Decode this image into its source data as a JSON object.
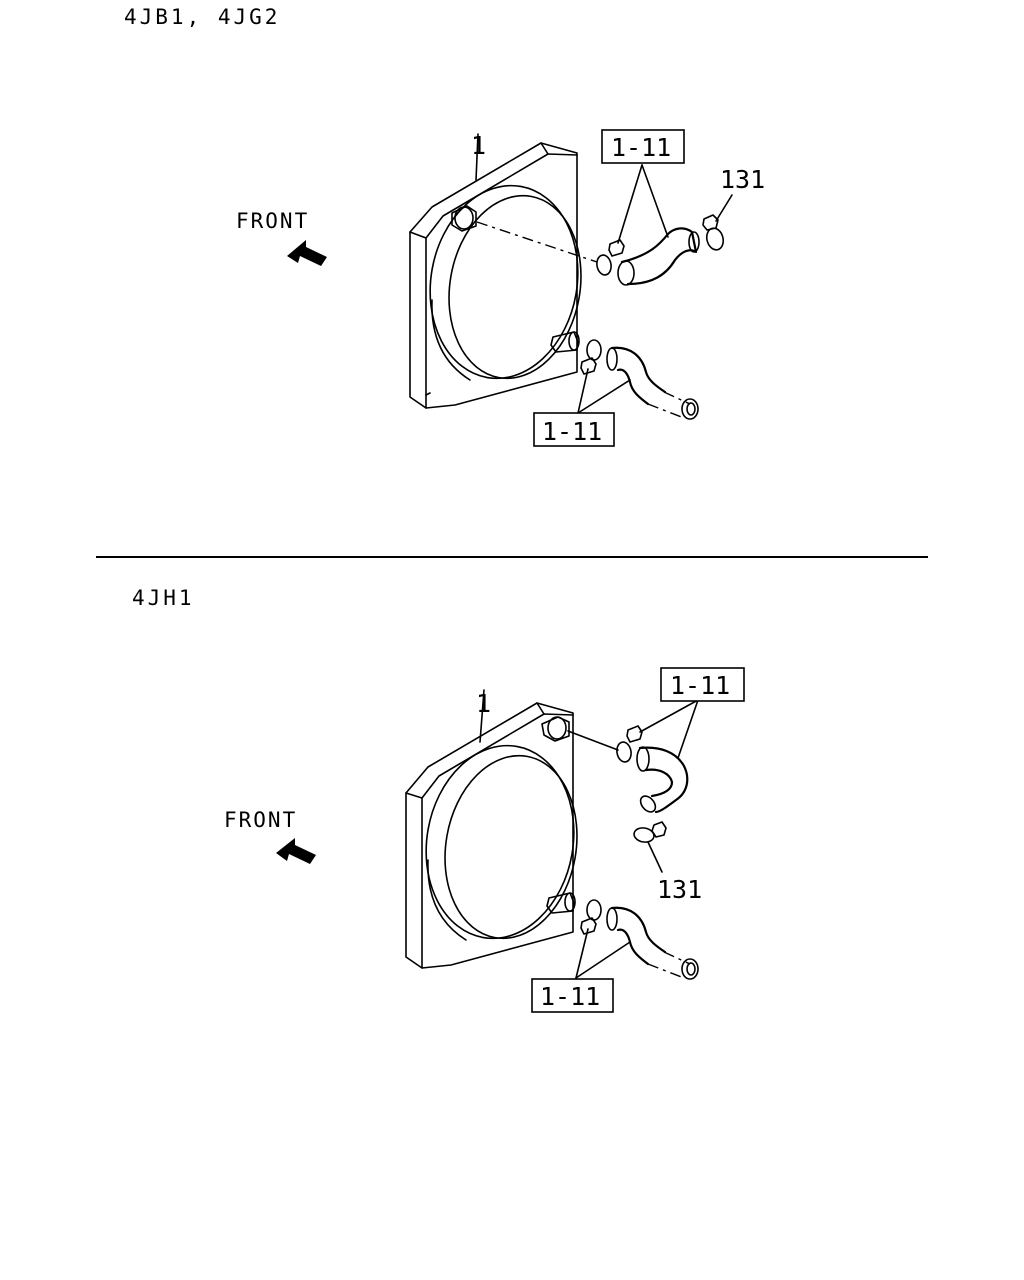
{
  "sections": [
    {
      "model": "4JB1, 4JG2",
      "front_label": "FRONT",
      "callouts": {
        "radiator": "1",
        "upper_hose": "1-11",
        "clamp": "131",
        "lower_hose": "1-11"
      }
    },
    {
      "model": "4JH1",
      "front_label": "FRONT",
      "callouts": {
        "radiator": "1",
        "upper_hose": "1-11",
        "clamp": "131",
        "lower_hose": "1-11"
      }
    }
  ],
  "colors": {
    "ink": "#000000",
    "paper": "#ffffff"
  }
}
